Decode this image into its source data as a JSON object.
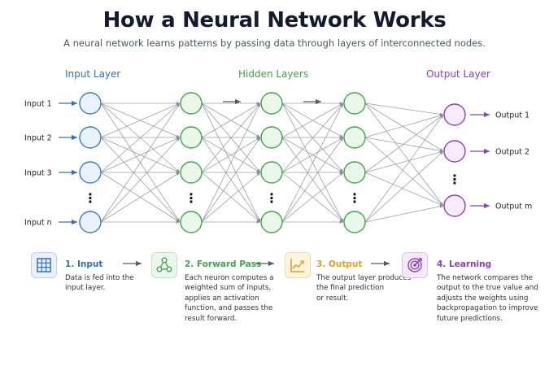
{
  "title": "How a Neural Network Works",
  "subtitle": "A neural network learns patterns by passing data through layers of interconnected nodes.",
  "layers": {
    "input": {
      "label": "Input Layer",
      "color": "#2f6fc5"
    },
    "hidden": {
      "label": "Hidden Layers",
      "color": "#3ea34a"
    },
    "output": {
      "label": "Output Layer",
      "color": "#8a3fbf"
    }
  },
  "inputs": [
    "Input 1",
    "Input 2",
    "Input 3",
    "Input n"
  ],
  "outputs": [
    "Output 1",
    "Output 2",
    "Output m"
  ],
  "ellipsis": "⋮",
  "steps": [
    {
      "title": "1. Input",
      "lines": [
        "Data is fed into the",
        "input layer."
      ],
      "color": "#2f6fc5",
      "icon": "grid-icon"
    },
    {
      "title": "2. Forward Pass",
      "lines": [
        "Each neuron computes a",
        "weighted sum of inputs,",
        "applies an activation",
        "function, and passes the",
        "result forward."
      ],
      "color": "#3ea34a",
      "icon": "network-icon"
    },
    {
      "title": "3. Output",
      "lines": [
        "The output layer produces",
        "the final prediction",
        "or result."
      ],
      "color": "#e0a020",
      "icon": "chart-icon"
    },
    {
      "title": "4. Learning",
      "lines": [
        "The network compares the",
        "output to the true value and",
        "adjusts the weights using",
        "backpropagation to improve",
        "future predictions."
      ],
      "color": "#8a3fbf",
      "icon": "target-icon"
    }
  ]
}
